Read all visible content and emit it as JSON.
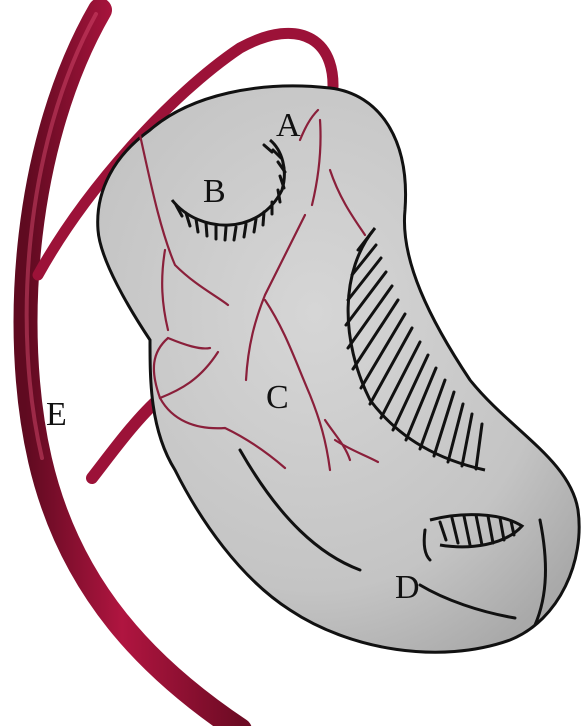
{
  "labels": {
    "a": "A",
    "b": "B",
    "c": "C",
    "d": "D",
    "e": "E"
  },
  "colors": {
    "artery": "#a3123a",
    "artery_dark": "#6e0b24",
    "organ_fill": "#c7c7c7",
    "organ_outline": "#111111",
    "hatch": "#111111",
    "background": "#ffffff"
  }
}
